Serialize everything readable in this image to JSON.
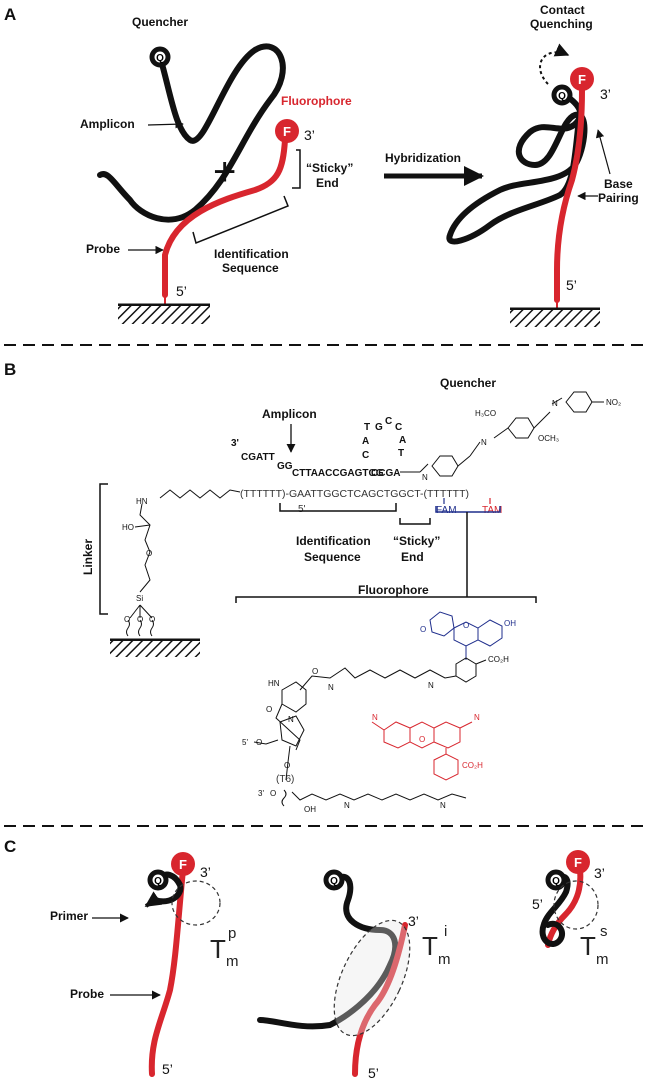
{
  "colors": {
    "red": "#d8262e",
    "blue": "#1f2e8c",
    "black": "#111111"
  },
  "panels": {
    "a": "A",
    "b": "B",
    "c": "C"
  },
  "panel_a": {
    "quencher": "Quencher",
    "q_symbol": "Q",
    "f_symbol": "F",
    "fluorophore": "Fluorophore",
    "amplicon": "Amplicon",
    "plus": "+",
    "sticky1": "“Sticky”",
    "sticky2": "End",
    "identification1": "Identification",
    "identification2": "Sequence",
    "probe": "Probe",
    "three_prime": "3’",
    "five_prime": "5’",
    "hybridization": "Hybridization",
    "contact1": "Contact",
    "contact2": "Quenching",
    "base1": "Base",
    "base2": "Pairing"
  },
  "panel_b": {
    "quencher": "Quencher",
    "amplicon": "Amplicon",
    "seq_3prime": "3'",
    "seq_cgatt": "CGATT",
    "seq_gg": "GG",
    "seq_top": "CTTAACCGAGTCG",
    "seq_ccga": "CCGA",
    "loop": [
      "T",
      "G",
      "C",
      "C",
      "A",
      "T",
      "A",
      "C"
    ],
    "seq_bottom": "(TTTTTT)-GAATTGGCTCAGCTGGCT-(TTTTTT)",
    "seq_5prime": "5'",
    "fam": "FAM",
    "tam": "TAM",
    "identification1": "Identification",
    "identification2": "Sequence",
    "sticky1": "“Sticky”",
    "sticky2": "End",
    "linker": "Linker",
    "fluorophore": "Fluorophore",
    "chem": {
      "no2": "NO₂",
      "h3co": "H₃CO",
      "och3": "OCH₃",
      "n": "N",
      "hn": "HN",
      "ho": "HO",
      "o": "O",
      "si": "Si",
      "oh": "OH",
      "co2h": "CO₂H",
      "h": "H",
      "t6": "(T6)",
      "five": "5'",
      "three": "3'"
    }
  },
  "panel_c": {
    "primer": "Primer",
    "probe": "Probe",
    "q_symbol": "Q",
    "f_symbol": "F",
    "three_prime": "3’",
    "five_prime": "5’",
    "tm": "T",
    "tm_sub": "m",
    "tm_p": "p",
    "tm_i": "i",
    "tm_s": "s"
  }
}
